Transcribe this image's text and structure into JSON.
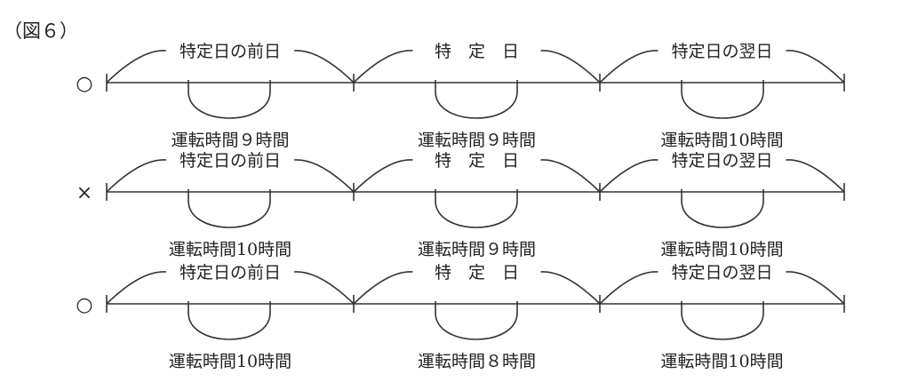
{
  "figure_label": "（図６）",
  "rows": [
    {
      "mark": "○",
      "days": [
        "特定日の前日",
        "特　定　日",
        "特定日の翌日"
      ],
      "driving": [
        "運転時間９時間",
        "運転時間９時間",
        "運転時間10時間"
      ]
    },
    {
      "mark": "×",
      "days": [
        "特定日の前日",
        "特　定　日",
        "特定日の翌日"
      ],
      "driving": [
        "運転時間10時間",
        "運転時間９時間",
        "運転時間10時間"
      ]
    },
    {
      "mark": "○",
      "days": [
        "特定日の前日",
        "特　定　日",
        "特定日の翌日"
      ],
      "driving": [
        "運転時間10時間",
        "運転時間８時間",
        "運転時間10時間"
      ]
    }
  ]
}
